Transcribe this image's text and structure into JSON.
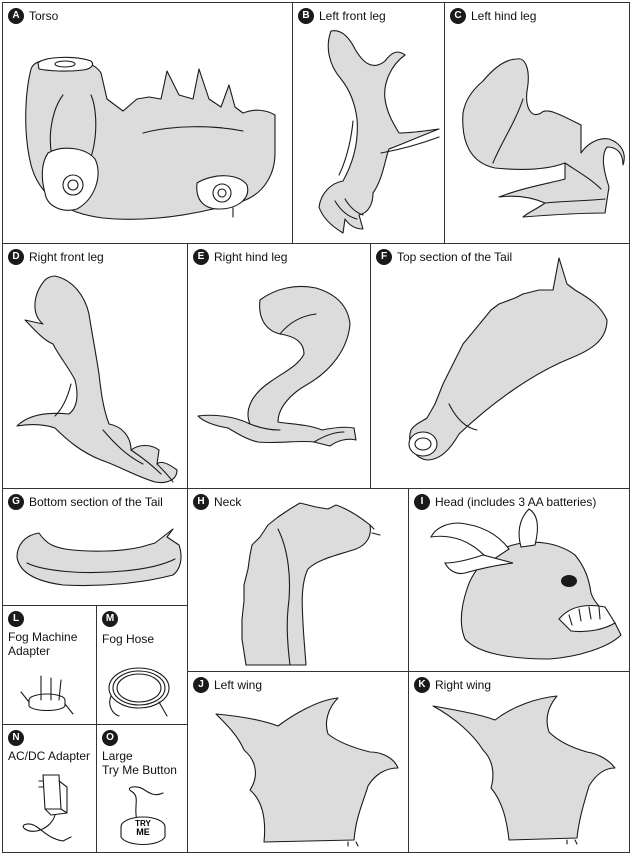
{
  "parts": {
    "a": {
      "letter": "A",
      "name": "Torso"
    },
    "b": {
      "letter": "B",
      "name": "Left front leg"
    },
    "c": {
      "letter": "C",
      "name": "Left hind leg"
    },
    "d": {
      "letter": "D",
      "name": "Right front leg"
    },
    "e": {
      "letter": "E",
      "name": "Right hind leg"
    },
    "f": {
      "letter": "F",
      "name": "Top section of the Tail"
    },
    "g": {
      "letter": "G",
      "name": "Bottom section of the Tail"
    },
    "h": {
      "letter": "H",
      "name": "Neck"
    },
    "i": {
      "letter": "I",
      "name": "Head (includes 3 AA batteries)"
    },
    "j": {
      "letter": "J",
      "name": "Left wing"
    },
    "k": {
      "letter": "K",
      "name": "Right wing"
    },
    "l": {
      "letter": "L",
      "name_line1": "Fog Machine",
      "name_line2": "Adapter"
    },
    "m": {
      "letter": "M",
      "name": "Fog Hose"
    },
    "n": {
      "letter": "N",
      "name": "AC/DC Adapter"
    },
    "o": {
      "letter": "O",
      "name_line1": "Large",
      "name_line2": "Try Me Button"
    }
  },
  "button_print": {
    "line1": "TRY",
    "line2": "ME"
  }
}
